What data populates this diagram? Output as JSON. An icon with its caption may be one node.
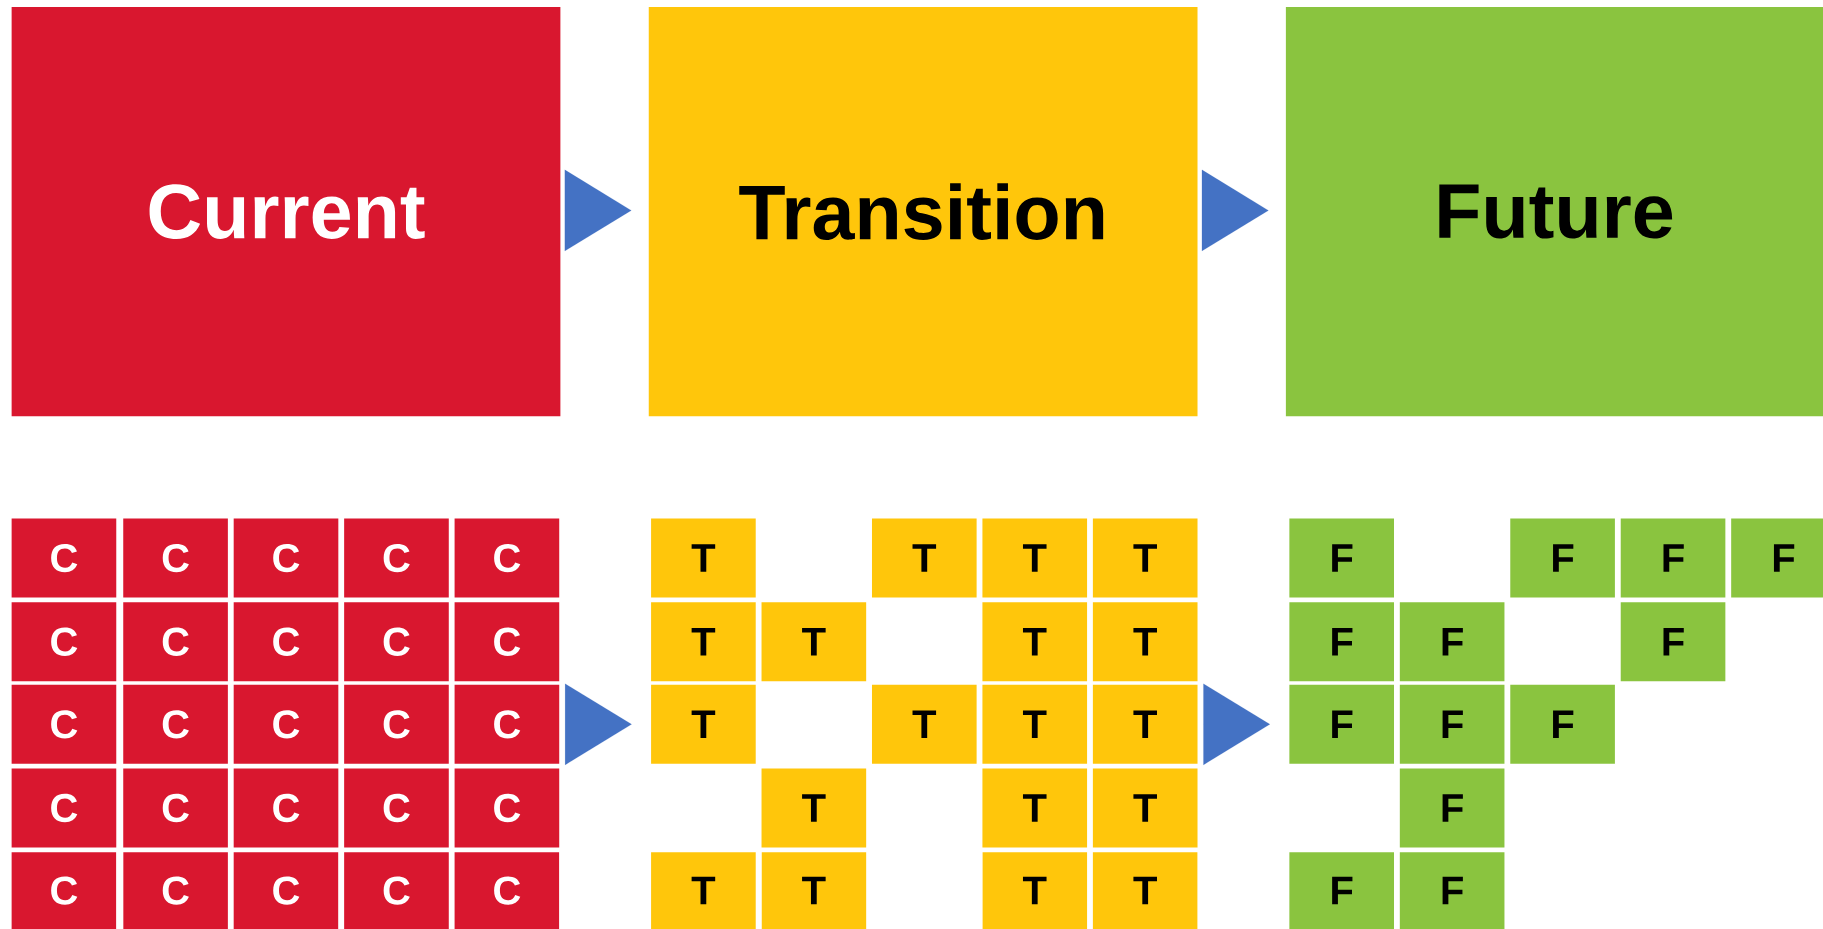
{
  "diagram": {
    "nodes": [
      {
        "text": [
          "Current"
        ]
      },
      {
        "text": [
          "Transition"
        ]
      },
      {
        "text": [
          "Future"
        ]
      },
      {
        "text": [
          "C"
        ]
      },
      {
        "text": [
          "C"
        ]
      },
      {
        "text": [
          "C"
        ]
      },
      {
        "text": [
          "C"
        ]
      },
      {
        "text": [
          "C"
        ]
      },
      {
        "text": [
          "C"
        ]
      },
      {
        "text": [
          "C"
        ]
      },
      {
        "text": [
          "C"
        ]
      },
      {
        "text": [
          "C"
        ]
      },
      {
        "text": [
          "C"
        ]
      },
      {
        "text": [
          "C"
        ]
      },
      {
        "text": [
          "C"
        ]
      },
      {
        "text": [
          "C"
        ]
      },
      {
        "text": [
          "C"
        ]
      },
      {
        "text": [
          "C"
        ]
      },
      {
        "text": [
          "C"
        ]
      },
      {
        "text": [
          "C"
        ]
      },
      {
        "text": [
          "C"
        ]
      },
      {
        "text": [
          "C"
        ]
      },
      {
        "text": [
          "C"
        ]
      },
      {
        "text": [
          "C"
        ]
      },
      {
        "text": [
          "C"
        ]
      },
      {
        "text": [
          "C"
        ]
      },
      {
        "text": [
          "C"
        ]
      },
      {
        "text": [
          "C"
        ]
      },
      {
        "text": [
          "T"
        ]
      },
      {
        "text": [
          "T"
        ]
      },
      {
        "text": [
          "T"
        ]
      },
      {
        "text": [
          "T"
        ]
      },
      {
        "text": [
          "T"
        ]
      },
      {
        "text": [
          "T"
        ]
      },
      {
        "text": [
          "T"
        ]
      },
      {
        "text": [
          "T"
        ]
      },
      {
        "text": [
          "T"
        ]
      },
      {
        "text": [
          "T"
        ]
      },
      {
        "text": [
          "T"
        ]
      },
      {
        "text": [
          "T"
        ]
      },
      {
        "text": [
          "T"
        ]
      },
      {
        "text": [
          "T"
        ]
      },
      {
        "text": [
          "T"
        ]
      },
      {
        "text": [
          "T"
        ]
      },
      {
        "text": [
          "T"
        ]
      },
      {
        "text": [
          "T"
        ]
      },
      {
        "text": [
          "T"
        ]
      },
      {
        "text": [
          "F"
        ]
      },
      {
        "text": [
          "F"
        ]
      },
      {
        "text": [
          "F"
        ]
      },
      {
        "text": [
          "F"
        ]
      },
      {
        "text": [
          "F"
        ]
      },
      {
        "text": [
          "F"
        ]
      },
      {
        "text": [
          "F"
        ]
      },
      {
        "text": [
          "F"
        ]
      },
      {
        "text": [
          "F"
        ]
      },
      {
        "text": [
          "F"
        ]
      },
      {
        "text": [
          "F"
        ]
      },
      {
        "text": [
          "F"
        ]
      },
      {
        "text": [
          "F"
        ]
      }
    ],
    "edges": [
      {
        "from": 0,
        "to": 1,
        "arrow": "to"
      },
      {
        "from": 1,
        "to": 2,
        "arrow": "to"
      },
      {
        "from": 17,
        "to": 36,
        "arrow": "to"
      },
      {
        "from": 39,
        "to": 54,
        "arrow": "to"
      }
    ]
  }
}
